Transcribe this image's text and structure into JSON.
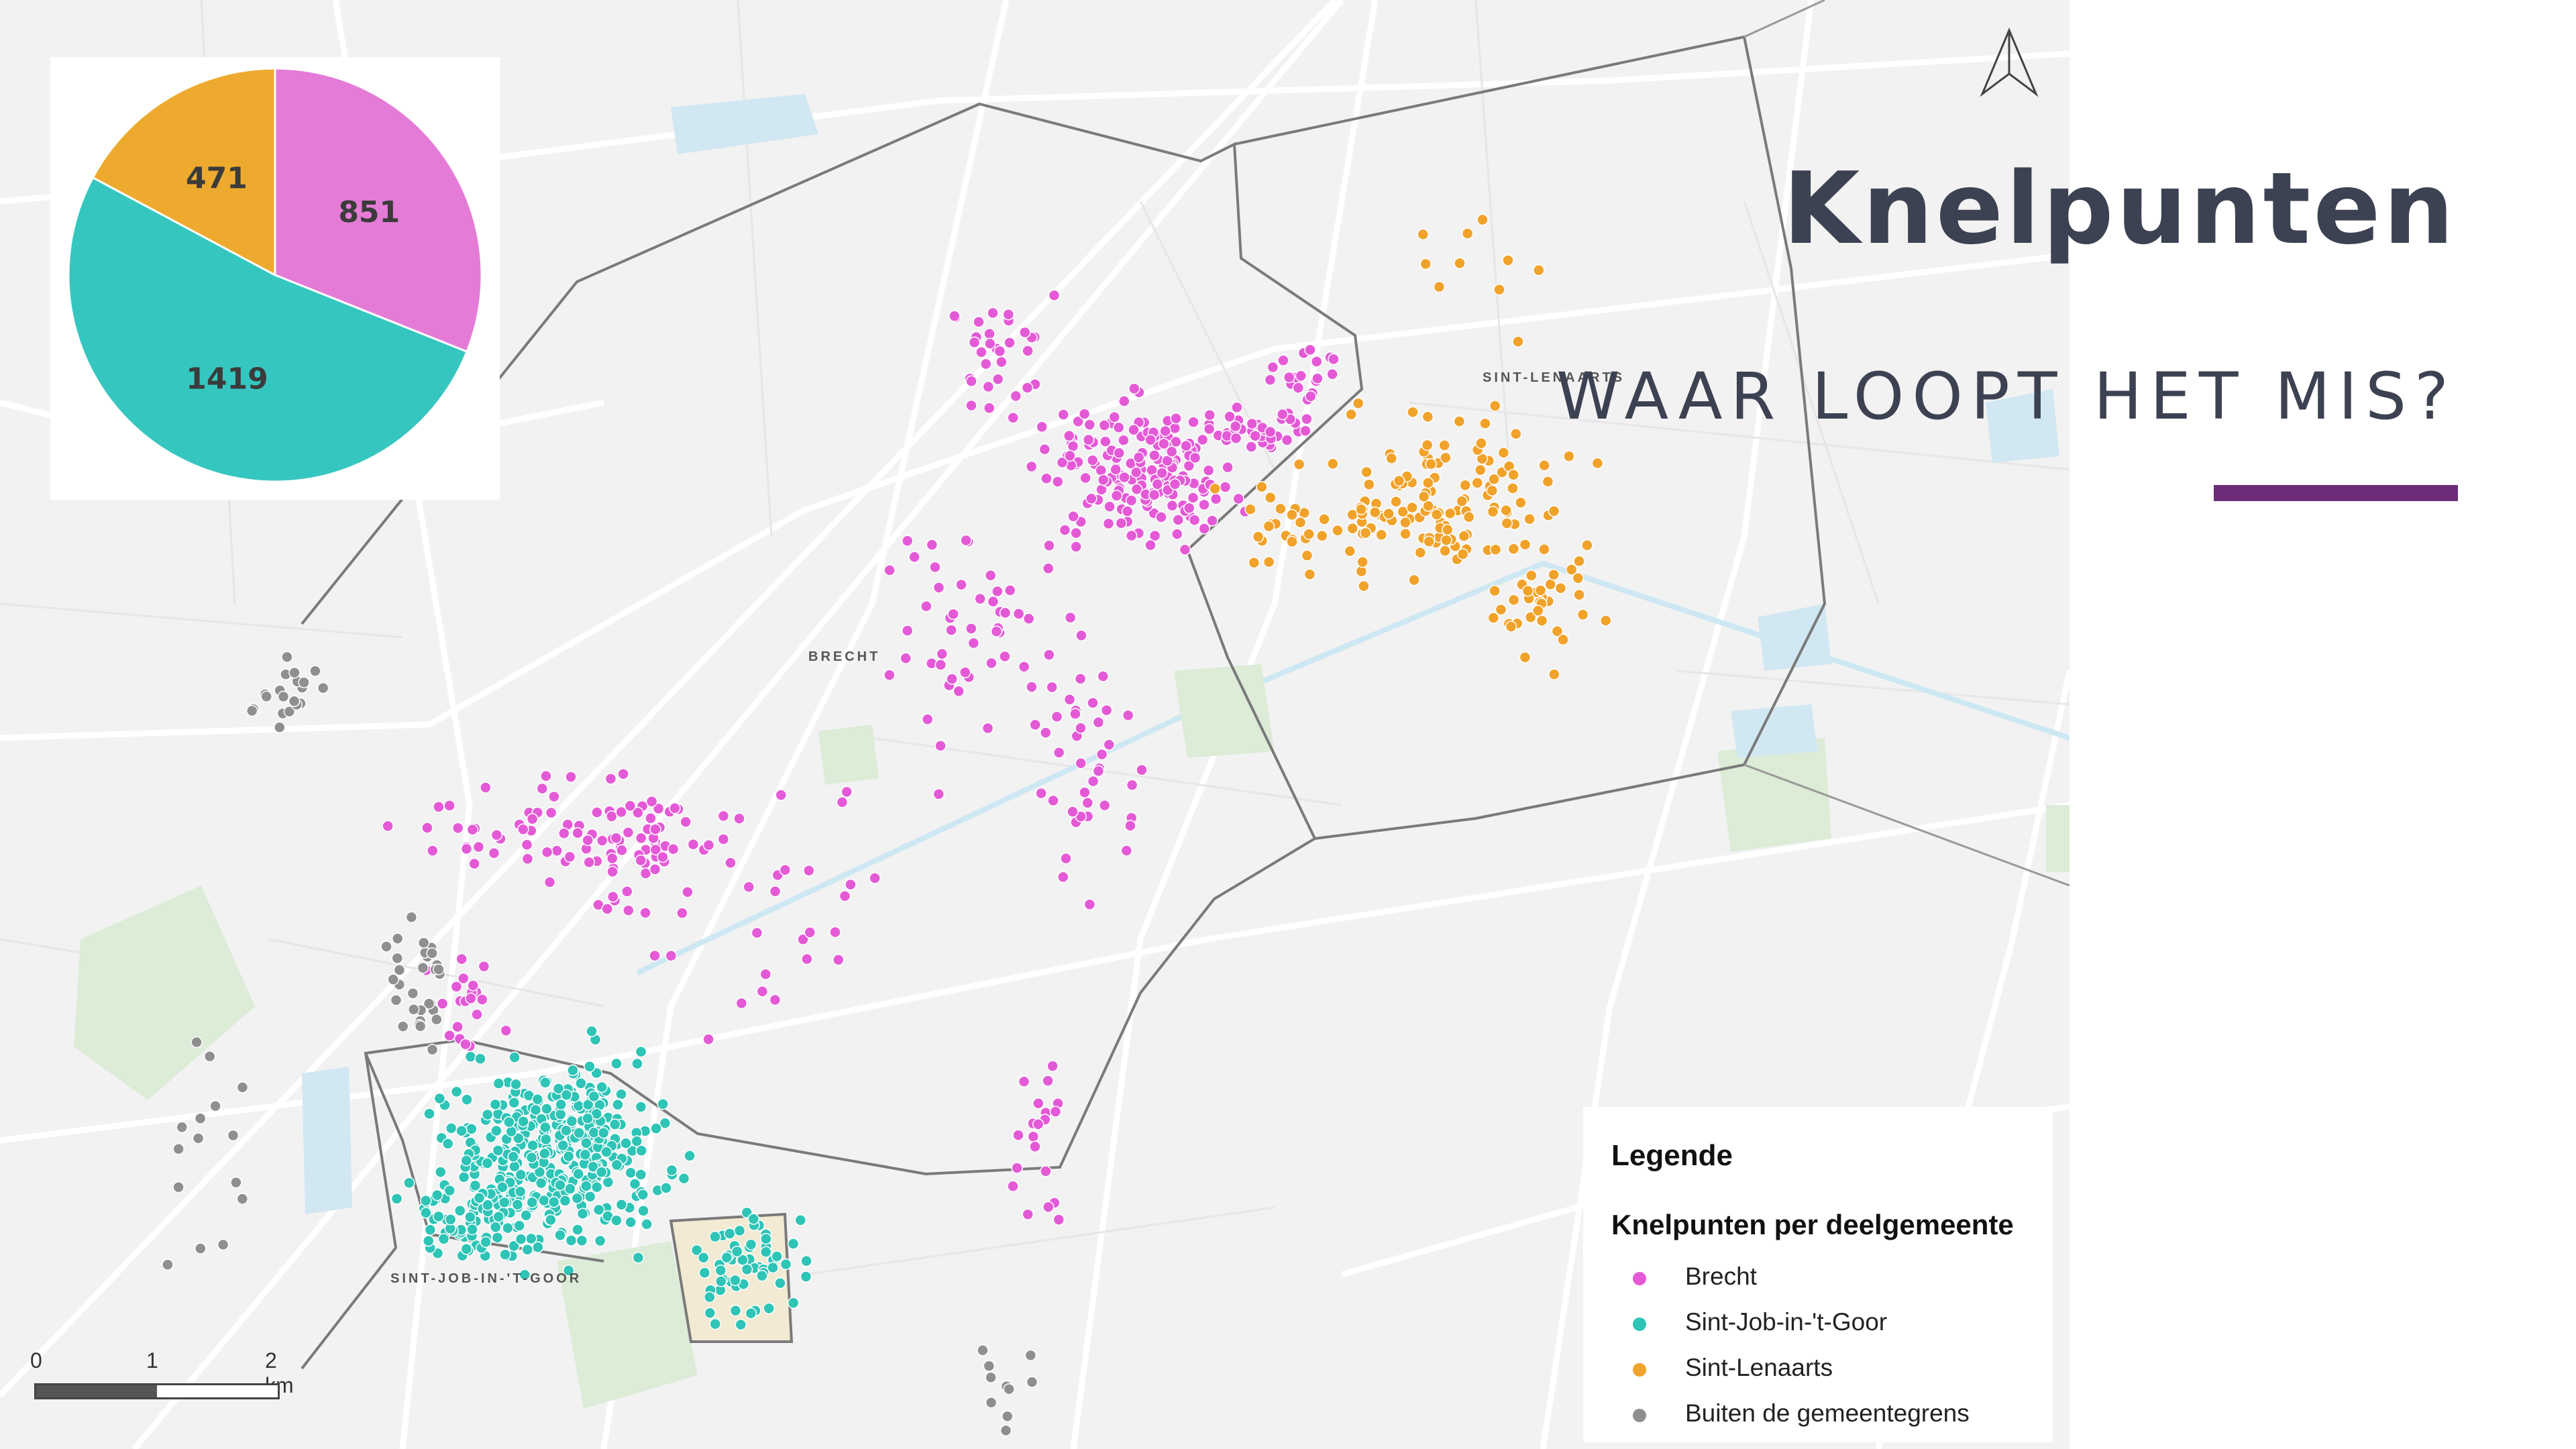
{
  "title": "Knelpunten",
  "subtitle": "WAAR LOOPT HET MIS?",
  "colors": {
    "accent": "#6b2d7a",
    "brecht": "#e45ad6",
    "sint_job": "#2ec4b6",
    "sint_lenaarts": "#f0a22a",
    "buiten": "#8f8f8f",
    "text": "#3d4252"
  },
  "pie": {
    "slices": [
      {
        "label": "851",
        "value": 851,
        "category": "Brecht",
        "color": "#e47cd7"
      },
      {
        "label": "1419",
        "value": 1419,
        "category": "Sint-Job-in-'t-Goor",
        "color": "#36c6c0"
      },
      {
        "label": "471",
        "value": 471,
        "category": "Sint-Lenaarts",
        "color": "#eeaa2e"
      }
    ]
  },
  "legend": {
    "title": "Legende",
    "subtitle": "Knelpunten per deelgemeente",
    "items": [
      {
        "label": "Brecht",
        "color": "#e45ad6"
      },
      {
        "label": "Sint-Job-in-'t-Goor",
        "color": "#2ec4b6"
      },
      {
        "label": "Sint-Lenaarts",
        "color": "#f0a22a"
      },
      {
        "label": "Buiten de gemeentegrens",
        "color": "#8f8f8f"
      }
    ]
  },
  "map": {
    "places": [
      "BRECHT",
      "SINT-LENAARTS",
      "SINT-JOB-IN-'T-GOOR"
    ]
  },
  "scale": {
    "labels": [
      "0",
      "1",
      "2 km"
    ]
  },
  "icons": {
    "north_arrow": "north-arrow-icon"
  }
}
